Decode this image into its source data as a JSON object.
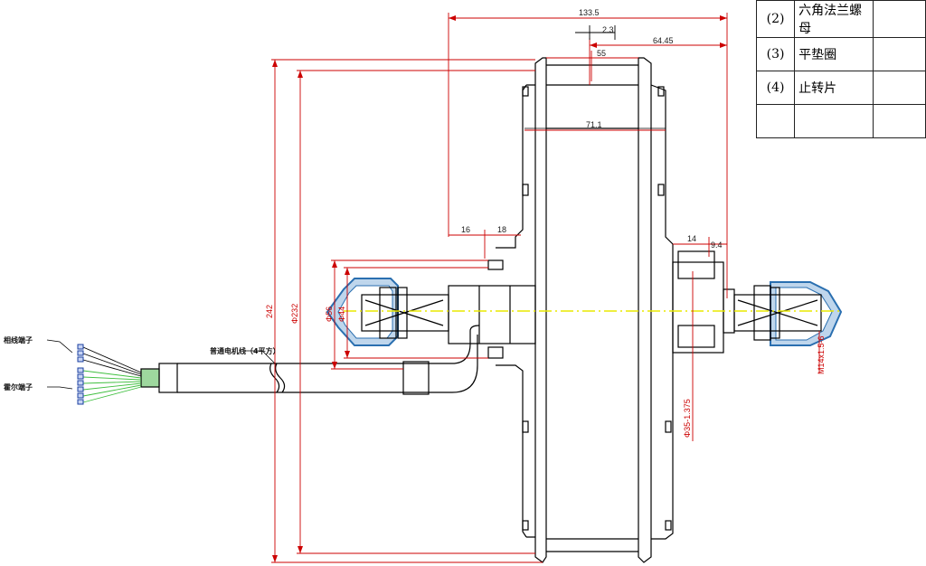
{
  "table": {
    "rows": [
      {
        "no": "(2)",
        "name": "六角法兰螺母"
      },
      {
        "no": "(3)",
        "name": "平垫圈"
      },
      {
        "no": "(4)",
        "name": "止转片"
      },
      {
        "no": "",
        "name": ""
      }
    ]
  },
  "dimensions": {
    "total_width": "133.5",
    "offset": "2.3",
    "right_half": "64.45",
    "rim_width": "55",
    "hub_width": "71.1",
    "shaft_left_a": "16",
    "shaft_left_b": "18",
    "shaft_right_a": "14",
    "shaft_right_b": "9.4",
    "dia_outer": "242",
    "dia_rim": "Φ232",
    "dia_56": "Φ56",
    "dia_44": "Φ44",
    "dia_bearing": "Φ35-1.375",
    "thread": "M14x1.5-6"
  },
  "labels": {
    "cable": "普通电机线（4平方）",
    "phase_terminal": "相线端子",
    "hall_terminal": "霍尔端子"
  },
  "colors": {
    "line": "#000000",
    "dimension": "#cc0000",
    "centerline": "#e8e800",
    "gland": "#2a6fb0",
    "hall_wires": "#3fbf3f"
  }
}
